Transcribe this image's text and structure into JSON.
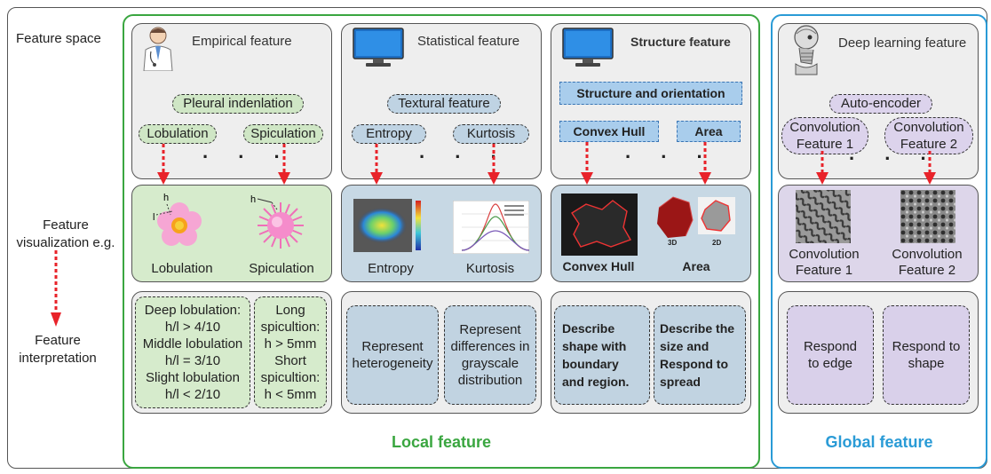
{
  "left_labels": {
    "feature_space": "Feature space",
    "feature_visualization": "Feature visualization e.g.",
    "feature_interpretation": "Feature interpretation"
  },
  "groups": {
    "local": "Local feature",
    "global": "Global feature"
  },
  "columns": {
    "empirical": {
      "title": "Empirical feature",
      "top": "Pleural indenlation",
      "left": "Lobulation",
      "right": "Spiculation",
      "vis_left": "Lobulation",
      "vis_right": "Spiculation",
      "interp_left": [
        "Deep lobulation:",
        "h/l > 4/10",
        "Middle lobulation",
        "h/l = 3/10",
        "Slight lobulation",
        "h/l < 2/10"
      ],
      "interp_right": [
        "Long",
        "spicultion:",
        "h > 5mm",
        "Short",
        "spicultion:",
        "h < 5mm"
      ],
      "vis_marks": {
        "h": "h",
        "l": "l"
      }
    },
    "statistical": {
      "title": "Statistical feature",
      "top": "Textural feature",
      "left": "Entropy",
      "right": "Kurtosis",
      "vis_left": "Entropy",
      "vis_right": "Kurtosis",
      "interp_left": [
        "Represent",
        "heterogeneity"
      ],
      "interp_right": [
        "Represent",
        "differences in",
        "grayscale",
        "distribution"
      ]
    },
    "structure": {
      "title": "Structure feature",
      "top": "Structure and orientation",
      "left": "Convex Hull",
      "right": "Area",
      "vis_left": "Convex Hull",
      "vis_right": "Area",
      "vis_3d": "3D",
      "vis_2d": "2D",
      "interp_left": [
        "Describe",
        "shape with",
        "boundary",
        "and region."
      ],
      "interp_right": [
        "Describe the",
        "size and",
        "Respond to",
        "spread"
      ]
    },
    "deep": {
      "title": "Deep learning feature",
      "top": "Auto-encoder",
      "left": [
        "Convolution",
        "Feature 1"
      ],
      "right": [
        "Convolution",
        "Feature 2"
      ],
      "vis_left": [
        "Convolution",
        "Feature 1"
      ],
      "vis_right": [
        "Convolution",
        "Feature 2"
      ],
      "interp_left": [
        "Respond",
        "to edge"
      ],
      "interp_right": [
        "Respond to",
        "shape"
      ]
    }
  },
  "dots": ". . .",
  "colors": {
    "local_border": "#3aa640",
    "global_border": "#2a9bd6",
    "arrow": "#e8232a",
    "local_title": "#3aa640",
    "global_title": "#2a9bd6"
  }
}
